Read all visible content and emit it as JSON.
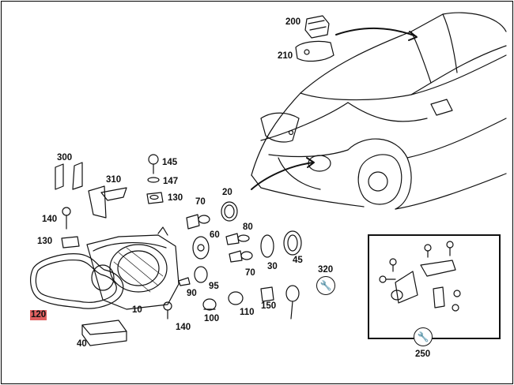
{
  "parts": [
    {
      "id": "p200",
      "label": "200"
    },
    {
      "id": "p210",
      "label": "210"
    },
    {
      "id": "p300",
      "label": "300"
    },
    {
      "id": "p310",
      "label": "310"
    },
    {
      "id": "p145",
      "label": "145"
    },
    {
      "id": "p147",
      "label": "147"
    },
    {
      "id": "p130a",
      "label": "130"
    },
    {
      "id": "p140a",
      "label": "140"
    },
    {
      "id": "p130b",
      "label": "130"
    },
    {
      "id": "p70a",
      "label": "70"
    },
    {
      "id": "p20",
      "label": "20"
    },
    {
      "id": "p80",
      "label": "80"
    },
    {
      "id": "p60",
      "label": "60"
    },
    {
      "id": "p70b",
      "label": "70"
    },
    {
      "id": "p30",
      "label": "30"
    },
    {
      "id": "p45",
      "label": "45"
    },
    {
      "id": "p320",
      "label": "320"
    },
    {
      "id": "p95",
      "label": "95"
    },
    {
      "id": "p90",
      "label": "90"
    },
    {
      "id": "p150",
      "label": "150"
    },
    {
      "id": "p110",
      "label": "110"
    },
    {
      "id": "p100",
      "label": "100"
    },
    {
      "id": "p140b",
      "label": "140"
    },
    {
      "id": "p10",
      "label": "10"
    },
    {
      "id": "p120",
      "label": "120"
    },
    {
      "id": "p40",
      "label": "40"
    },
    {
      "id": "p250",
      "label": "250"
    }
  ],
  "highlight_color": "#e06060",
  "icons": [
    "wrench-icon",
    "arrow-icon",
    "car-icon",
    "headlamp-icon"
  ]
}
